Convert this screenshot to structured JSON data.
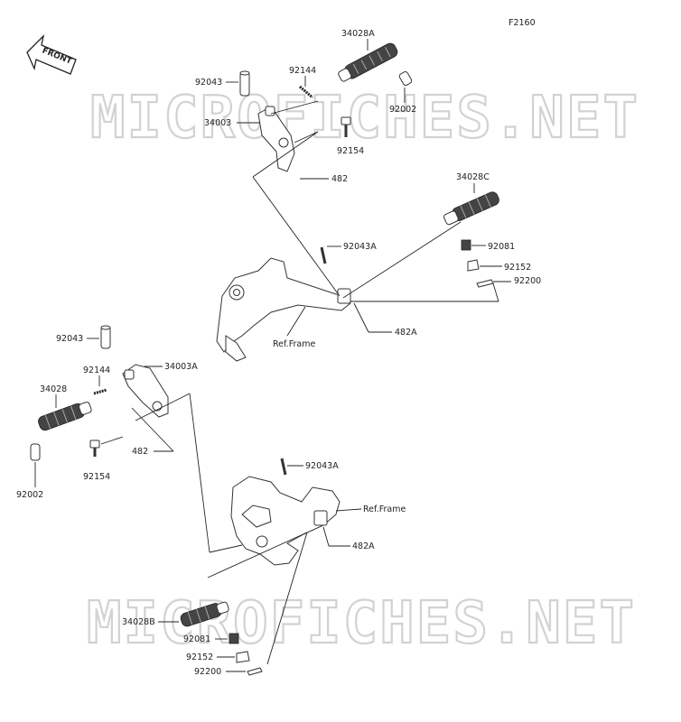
{
  "figure_code": "F2160",
  "front_label": "FRONT",
  "watermark": "MICROFICHES.NET",
  "labels": {
    "upper_right_assembly": {
      "footpeg": "34028A",
      "pin": "92043",
      "spring": "92144",
      "bracket": "34003",
      "clip": "92002",
      "bolt": "92154",
      "ref": "482"
    },
    "rear_right_peg": {
      "footpeg": "34028C",
      "spring": "92081",
      "stopper": "92152",
      "washer": "92200"
    },
    "frame_right": {
      "pin": "92043A",
      "ref_frame": "Ref.Frame",
      "ref": "482A"
    },
    "left_assembly": {
      "pin": "92043",
      "bracket": "34003A",
      "spring": "92144",
      "footpeg": "34028",
      "ref": "482",
      "bolt": "92154",
      "clip": "92002"
    },
    "frame_left": {
      "pin": "92043A",
      "ref_frame": "Ref.Frame",
      "ref": "482A"
    },
    "rear_left_peg": {
      "footpeg": "34028B",
      "spring": "92081",
      "stopper": "92152",
      "washer": "92200"
    }
  }
}
